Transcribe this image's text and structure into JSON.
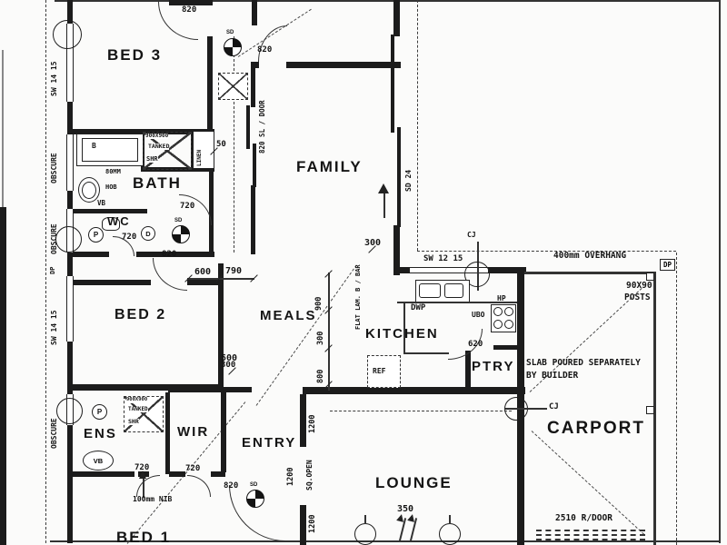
{
  "rooms": {
    "bed3": "BED 3",
    "bath": "BATH",
    "wc": "WC",
    "family": "FAMILY",
    "bed2": "BED 2",
    "meals": "MEALS",
    "kitchen": "KITCHEN",
    "ptry": "PTRY",
    "ens": "ENS",
    "wir": "WIR",
    "entry": "ENTRY",
    "lounge": "LOUNGE",
    "carport": "CARPORT",
    "bed1": "BED 1"
  },
  "left": {
    "sw1": "SW 14 15",
    "ob1": "OBSCURE",
    "ob2": "OBSCURE",
    "dp": "DP",
    "sw2": "SW 14 15",
    "ob3": "OBSCURE"
  },
  "top": {
    "d820a": "820",
    "d820b": "820",
    "sd": "SD",
    "slider": "820 SL / DOOR",
    "sd24": "SD 24"
  },
  "bath": {
    "b": "B",
    "shr_size": "900X900",
    "shr_tank": "TANKED",
    "shr": "SHR",
    "linen": "LINEN",
    "d50": "50",
    "hob_mm": "80MM",
    "hob": "HOB",
    "vb": "VB",
    "d720": "720"
  },
  "wc": {
    "p": "P",
    "d": "D",
    "sd": "SD",
    "d720": "720",
    "d820": "820"
  },
  "dims": {
    "d600": "600",
    "d790": "790",
    "d500": "500",
    "d900": "900",
    "d300m": "300",
    "d800": "800",
    "d300k": "300",
    "d300w": "300",
    "d350": "350",
    "flat_lam": "FLAT LAM. B / BAR"
  },
  "kitchen": {
    "win": "SW 12 15",
    "cj": "CJ",
    "dwp": "DWP",
    "hp": "HP",
    "ubo": "UBO",
    "d620": "620",
    "ref": "REF"
  },
  "carport": {
    "overhang": "400mm OVERHANG",
    "dp": "DP",
    "posts_size": "90X90",
    "posts": "POSTS",
    "slab1": "SLAB POURED SEPARATELY",
    "slab2": "BY BUILDER",
    "cj": "CJ",
    "rdoor": "2510 R/DOOR"
  },
  "ens": {
    "p": "P",
    "shr_size": "900X900",
    "shr_tank": "TANKED",
    "shr": "SHR",
    "vb": "VB",
    "d720": "720"
  },
  "entry": {
    "wir_d720": "720",
    "d820": "820",
    "sd": "SD",
    "nib": "100mm NIB",
    "d1200": "1200"
  },
  "lounge": {
    "d1200a": "1200",
    "sq_open": "SQ.OPEN",
    "d1200b": "1200"
  }
}
